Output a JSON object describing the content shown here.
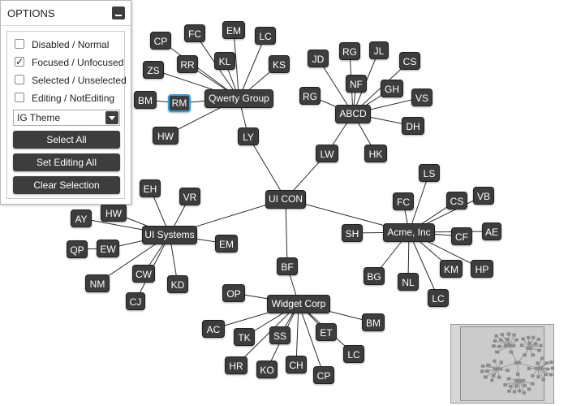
{
  "options": {
    "title": "OPTIONS",
    "checkboxes": [
      {
        "label": "Disabled / Normal",
        "checked": false
      },
      {
        "label": "Focused / Unfocused",
        "checked": true
      },
      {
        "label": "Selected / Unselected",
        "checked": false
      },
      {
        "label": "Editing / NotEditing",
        "checked": false
      }
    ],
    "theme": "IG Theme",
    "buttons": [
      "Select All",
      "Set Editing All",
      "Clear Selection"
    ]
  },
  "graph": {
    "nodes": [
      {
        "id": "uicon",
        "label": "UI CON"
      },
      {
        "id": "qwerty",
        "label": "Qwerty Group"
      },
      {
        "id": "abcd",
        "label": "ABCD"
      },
      {
        "id": "uisys",
        "label": "UI Systems"
      },
      {
        "id": "acme",
        "label": "Acme, Inc"
      },
      {
        "id": "widget",
        "label": "Widget Corp"
      },
      {
        "id": "q_cp",
        "label": "CP"
      },
      {
        "id": "q_fc",
        "label": "FC"
      },
      {
        "id": "q_em",
        "label": "EM"
      },
      {
        "id": "q_lc",
        "label": "LC"
      },
      {
        "id": "q_zs",
        "label": "ZS"
      },
      {
        "id": "q_rr",
        "label": "RR"
      },
      {
        "id": "q_kl",
        "label": "KL"
      },
      {
        "id": "q_ks",
        "label": "KS"
      },
      {
        "id": "q_bm",
        "label": "BM"
      },
      {
        "id": "q_rm",
        "label": "RM",
        "focused": true
      },
      {
        "id": "q_hw",
        "label": "HW"
      },
      {
        "id": "q_ly",
        "label": "LY"
      },
      {
        "id": "a_jd",
        "label": "JD"
      },
      {
        "id": "a_rg1",
        "label": "RG"
      },
      {
        "id": "a_jl",
        "label": "JL"
      },
      {
        "id": "a_cs",
        "label": "CS"
      },
      {
        "id": "a_nf",
        "label": "NF"
      },
      {
        "id": "a_gh",
        "label": "GH"
      },
      {
        "id": "a_rg2",
        "label": "RG"
      },
      {
        "id": "a_vs",
        "label": "VS"
      },
      {
        "id": "a_dh",
        "label": "DH"
      },
      {
        "id": "a_hk",
        "label": "HK"
      },
      {
        "id": "a_lw",
        "label": "LW"
      },
      {
        "id": "u_eh",
        "label": "EH"
      },
      {
        "id": "u_vr",
        "label": "VR"
      },
      {
        "id": "u_hw",
        "label": "HW"
      },
      {
        "id": "u_ay",
        "label": "AY"
      },
      {
        "id": "u_qp",
        "label": "QP"
      },
      {
        "id": "u_ew",
        "label": "EW"
      },
      {
        "id": "u_em",
        "label": "EM"
      },
      {
        "id": "u_cw",
        "label": "CW"
      },
      {
        "id": "u_nm",
        "label": "NM"
      },
      {
        "id": "u_kd",
        "label": "KD"
      },
      {
        "id": "u_cj",
        "label": "CJ"
      },
      {
        "id": "m_ls",
        "label": "LS"
      },
      {
        "id": "m_fc",
        "label": "FC"
      },
      {
        "id": "m_cs",
        "label": "CS"
      },
      {
        "id": "m_vb",
        "label": "VB"
      },
      {
        "id": "m_sh",
        "label": "SH"
      },
      {
        "id": "m_ae",
        "label": "AE"
      },
      {
        "id": "m_cf",
        "label": "CF"
      },
      {
        "id": "m_bg",
        "label": "BG"
      },
      {
        "id": "m_km",
        "label": "KM"
      },
      {
        "id": "m_hp",
        "label": "HP"
      },
      {
        "id": "m_nl",
        "label": "NL"
      },
      {
        "id": "m_lc",
        "label": "LC"
      },
      {
        "id": "w_bf",
        "label": "BF"
      },
      {
        "id": "w_op",
        "label": "OP"
      },
      {
        "id": "w_bm",
        "label": "BM"
      },
      {
        "id": "w_ac",
        "label": "AC"
      },
      {
        "id": "w_tk",
        "label": "TK"
      },
      {
        "id": "w_ss",
        "label": "SS"
      },
      {
        "id": "w_et",
        "label": "ET"
      },
      {
        "id": "w_lc",
        "label": "LC"
      },
      {
        "id": "w_hr",
        "label": "HR"
      },
      {
        "id": "w_ko",
        "label": "KO"
      },
      {
        "id": "w_ch",
        "label": "CH"
      },
      {
        "id": "w_cp",
        "label": "CP"
      }
    ],
    "edges": [
      [
        "uicon",
        "q_ly"
      ],
      [
        "q_ly",
        "qwerty"
      ],
      [
        "uicon",
        "a_lw"
      ],
      [
        "a_lw",
        "abcd"
      ],
      [
        "uicon",
        "uisys"
      ],
      [
        "uicon",
        "acme"
      ],
      [
        "uicon",
        "w_bf"
      ],
      [
        "w_bf",
        "widget"
      ],
      [
        "qwerty",
        "q_cp"
      ],
      [
        "qwerty",
        "q_fc"
      ],
      [
        "qwerty",
        "q_em"
      ],
      [
        "qwerty",
        "q_lc"
      ],
      [
        "qwerty",
        "q_zs"
      ],
      [
        "qwerty",
        "q_rr"
      ],
      [
        "qwerty",
        "q_kl"
      ],
      [
        "qwerty",
        "q_ks"
      ],
      [
        "qwerty",
        "q_rm"
      ],
      [
        "qwerty",
        "q_hw"
      ],
      [
        "q_bm",
        "q_rm"
      ],
      [
        "abcd",
        "a_jd"
      ],
      [
        "abcd",
        "a_rg1"
      ],
      [
        "abcd",
        "a_jl"
      ],
      [
        "abcd",
        "a_cs"
      ],
      [
        "abcd",
        "a_nf"
      ],
      [
        "abcd",
        "a_gh"
      ],
      [
        "abcd",
        "a_rg2"
      ],
      [
        "abcd",
        "a_vs"
      ],
      [
        "abcd",
        "a_dh"
      ],
      [
        "abcd",
        "a_hk"
      ],
      [
        "uisys",
        "u_eh"
      ],
      [
        "uisys",
        "u_vr"
      ],
      [
        "uisys",
        "u_hw"
      ],
      [
        "uisys",
        "u_ay"
      ],
      [
        "uisys",
        "u_ew"
      ],
      [
        "u_qp",
        "u_ew"
      ],
      [
        "uisys",
        "u_em"
      ],
      [
        "uisys",
        "u_cw"
      ],
      [
        "uisys",
        "u_nm"
      ],
      [
        "uisys",
        "u_kd"
      ],
      [
        "uisys",
        "u_cj"
      ],
      [
        "acme",
        "m_ls"
      ],
      [
        "acme",
        "m_fc"
      ],
      [
        "acme",
        "m_cs"
      ],
      [
        "acme",
        "m_vb"
      ],
      [
        "acme",
        "m_sh"
      ],
      [
        "acme",
        "m_ae"
      ],
      [
        "acme",
        "m_cf"
      ],
      [
        "acme",
        "m_bg"
      ],
      [
        "acme",
        "m_km"
      ],
      [
        "acme",
        "m_hp"
      ],
      [
        "acme",
        "m_nl"
      ],
      [
        "acme",
        "m_lc"
      ],
      [
        "widget",
        "w_op"
      ],
      [
        "widget",
        "w_bm"
      ],
      [
        "widget",
        "w_ac"
      ],
      [
        "widget",
        "w_tk"
      ],
      [
        "widget",
        "w_ss"
      ],
      [
        "widget",
        "w_et"
      ],
      [
        "widget",
        "w_lc"
      ],
      [
        "widget",
        "w_hr"
      ],
      [
        "widget",
        "w_ko"
      ],
      [
        "widget",
        "w_ch"
      ],
      [
        "widget",
        "w_cp"
      ]
    ]
  },
  "colors": {
    "node_fill": "#3d3d3d",
    "node_text": "#ffffff",
    "focus_border": "#29a3e0",
    "edge": "#2c2c2c"
  }
}
